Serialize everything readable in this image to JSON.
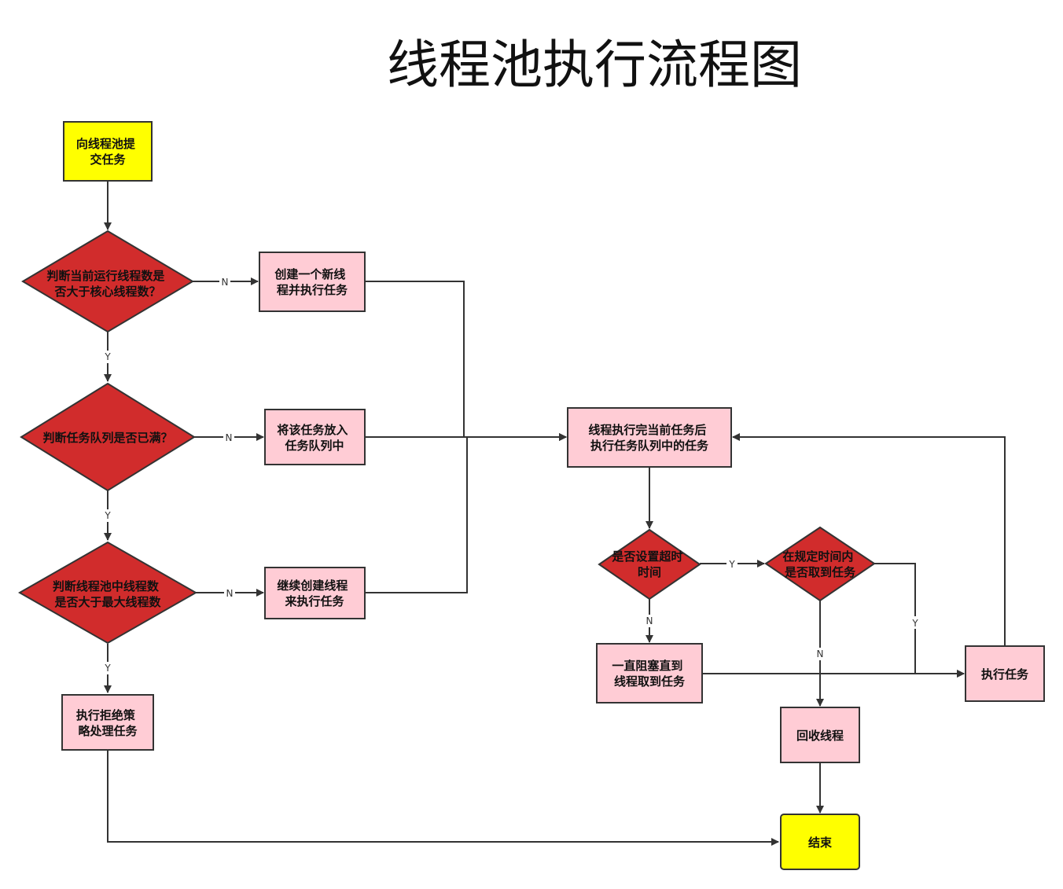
{
  "title": "线程池执行流程图",
  "colors": {
    "start_end_fill": "#ffff00",
    "decision_fill": "#d12c2c",
    "process_fill": "#ffccd5",
    "stroke": "#333333"
  },
  "nodes": {
    "submit": {
      "lines": [
        "向线程池提",
        "交任务"
      ]
    },
    "core_check": {
      "lines": [
        "判断当前运行线程数是",
        "否大于核心线程数？"
      ]
    },
    "create_new": {
      "lines": [
        "创建一个新线",
        "程并执行任务"
      ]
    },
    "queue_check": {
      "lines": [
        "判断任务队列是否已满？"
      ]
    },
    "enqueue": {
      "lines": [
        "将该任务放入",
        "任务队列中"
      ]
    },
    "max_check": {
      "lines": [
        "判断线程池中线程数",
        "是否大于最大线程数"
      ]
    },
    "create_more": {
      "lines": [
        "继续创建线程",
        "来执行任务"
      ]
    },
    "reject": {
      "lines": [
        "执行拒绝策",
        "略处理任务"
      ]
    },
    "finish_then_queue": {
      "lines": [
        "线程执行完当前任务后",
        "执行任务队列中的任务"
      ]
    },
    "timeout_check": {
      "lines": [
        "是否设置超时",
        "时间"
      ]
    },
    "within_time_check": {
      "lines": [
        "在规定时间内",
        "是否取到任务"
      ]
    },
    "block": {
      "lines": [
        "一直阻塞直到",
        "线程取到任务"
      ]
    },
    "execute": {
      "lines": [
        "执行任务"
      ]
    },
    "recycle": {
      "lines": [
        "回收线程"
      ]
    },
    "end": {
      "lines": [
        "结束"
      ]
    }
  },
  "edge_labels": {
    "yes": "Y",
    "no": "N"
  }
}
